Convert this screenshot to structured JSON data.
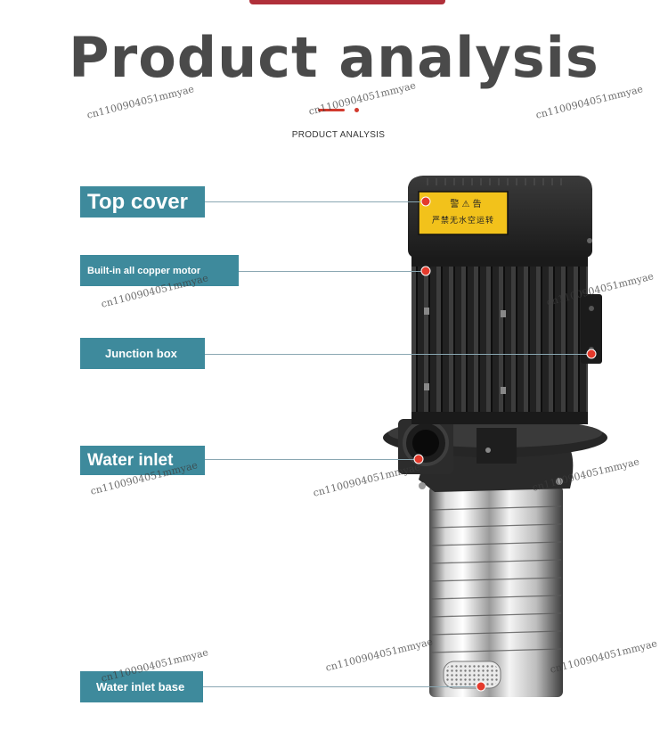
{
  "header": {
    "title": "Product analysis",
    "subtitle": "PRODUCT ANALYSIS"
  },
  "labels": {
    "top_cover": "Top cover",
    "motor": "Built-in all copper motor",
    "junction_box": "Junction box",
    "water_inlet": "Water inlet",
    "water_inlet_base": "Water inlet base"
  },
  "warning_plate": {
    "line1": "警 ⚠ 告",
    "line2": "严禁无水空运转"
  },
  "watermark": "cn1100904051mmyae",
  "colors": {
    "label_bg": "#3e8a9c",
    "marker": "#e43a2c",
    "title": "#4a4a4a",
    "warning": "#f2c21b"
  }
}
